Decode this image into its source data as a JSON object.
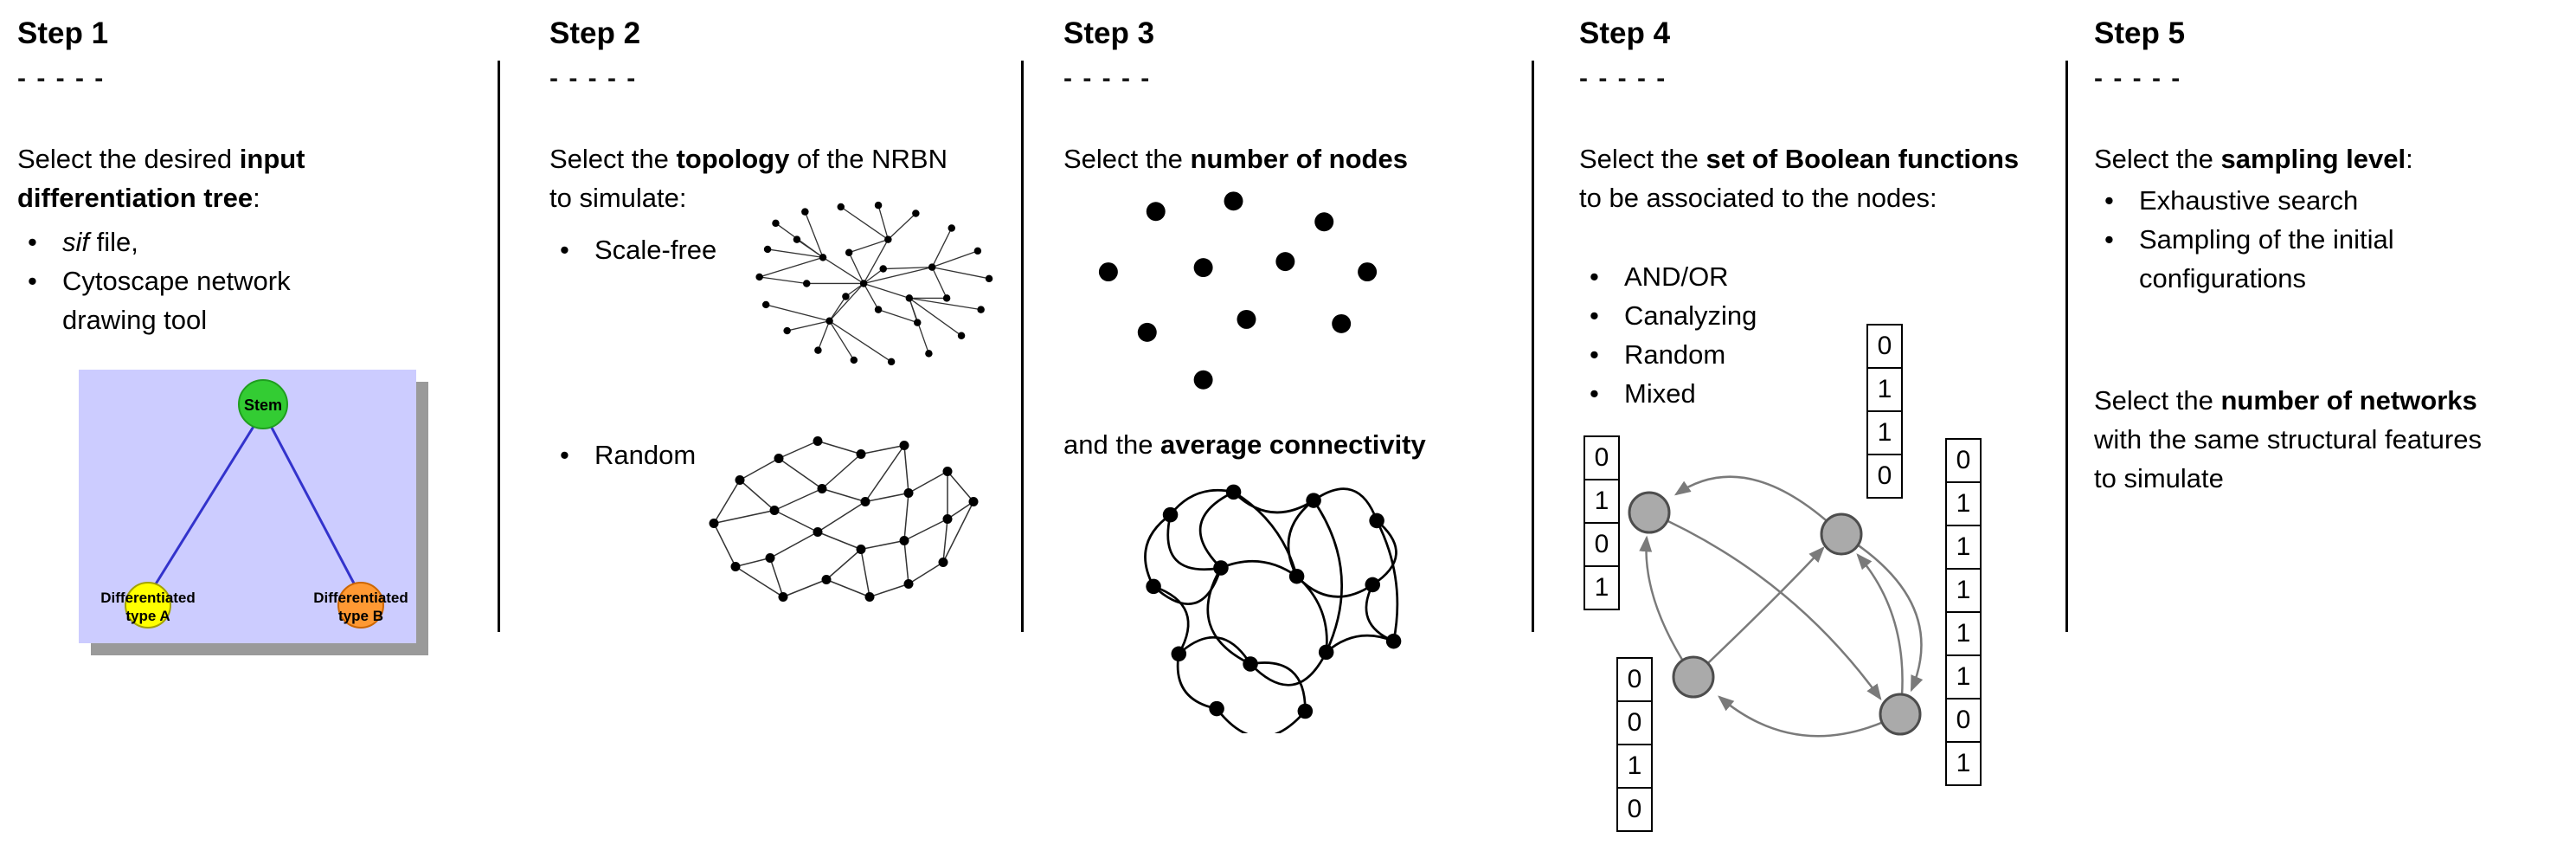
{
  "colors": {
    "stem_green": "#33cc33",
    "type_a_yellow": "#ffff00",
    "type_b_orange": "#ff9933",
    "tree_background": "#ccccff",
    "tree_edge_blue": "#3333cc",
    "boolean_node_gray": "#aaaaaa"
  },
  "steps": [
    {
      "title": "Step 1",
      "dashes": "- - - - -",
      "intro": [
        "Select the desired ",
        "input differentiation tree",
        ":"
      ],
      "bullets": [
        {
          "italic": "sif",
          "rest": " file,"
        },
        {
          "text": "Cytoscape network drawing tool"
        }
      ],
      "tree": {
        "stem": "Stem",
        "type_a_line1": "Differentiated",
        "type_a_line2": "type A",
        "type_b_line1": "Differentiated",
        "type_b_line2": "type B"
      }
    },
    {
      "title": "Step 2",
      "dashes": "- - - - -",
      "intro": [
        "Select the ",
        "topology",
        " of the NRBN to simulate:"
      ],
      "bullets": [
        "Scale-free",
        "Random"
      ]
    },
    {
      "title": "Step 3",
      "dashes": "- - - - -",
      "line1": [
        "Select the ",
        "number of nodes"
      ],
      "line2": [
        "and the ",
        "average connectivity"
      ]
    },
    {
      "title": "Step 4",
      "dashes": "- - - - -",
      "intro": [
        "Select the ",
        "set of Boolean functions",
        " to be associated to the nodes:"
      ],
      "bullets": [
        "AND/OR",
        "Canalyzing",
        "Random",
        "Mixed"
      ],
      "truth_tables": {
        "left": [
          "0",
          "1",
          "0",
          "1"
        ],
        "top": [
          "0",
          "1",
          "1",
          "0"
        ],
        "bottom": [
          "0",
          "0",
          "1",
          "0"
        ],
        "right": [
          "0",
          "1",
          "1",
          "1",
          "1",
          "1",
          "0",
          "1"
        ]
      }
    },
    {
      "title": "Step 5",
      "dashes": "- - - - -",
      "para1": [
        "Select the ",
        "sampling level",
        ":"
      ],
      "bullets": [
        "Exhaustive search",
        "Sampling of the initial configurations"
      ],
      "para2": [
        "Select the ",
        "number of networks",
        " with the same structural features to simulate"
      ]
    }
  ]
}
